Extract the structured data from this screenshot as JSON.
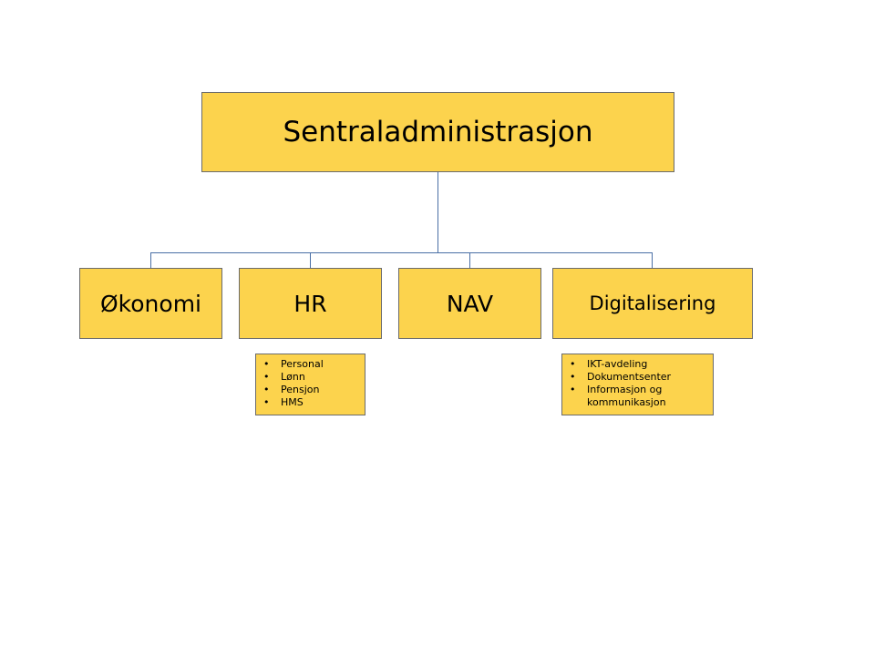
{
  "root": {
    "label": "Sentraladministrasjon"
  },
  "departments": [
    {
      "label": "Økonomi"
    },
    {
      "label": "HR"
    },
    {
      "label": "NAV"
    },
    {
      "label": "Digitalisering"
    }
  ],
  "subunits": {
    "hr": [
      "Personal",
      "Lønn",
      "Pensjon",
      "HMS"
    ],
    "digitalisering": [
      "IKT-avdeling",
      "Dokumentsenter",
      "Informasjon og kommunikasjon"
    ]
  },
  "colors": {
    "box_fill": "#fcd34d",
    "box_border": "#6b6b6b",
    "connector": "#4a6fa5"
  }
}
